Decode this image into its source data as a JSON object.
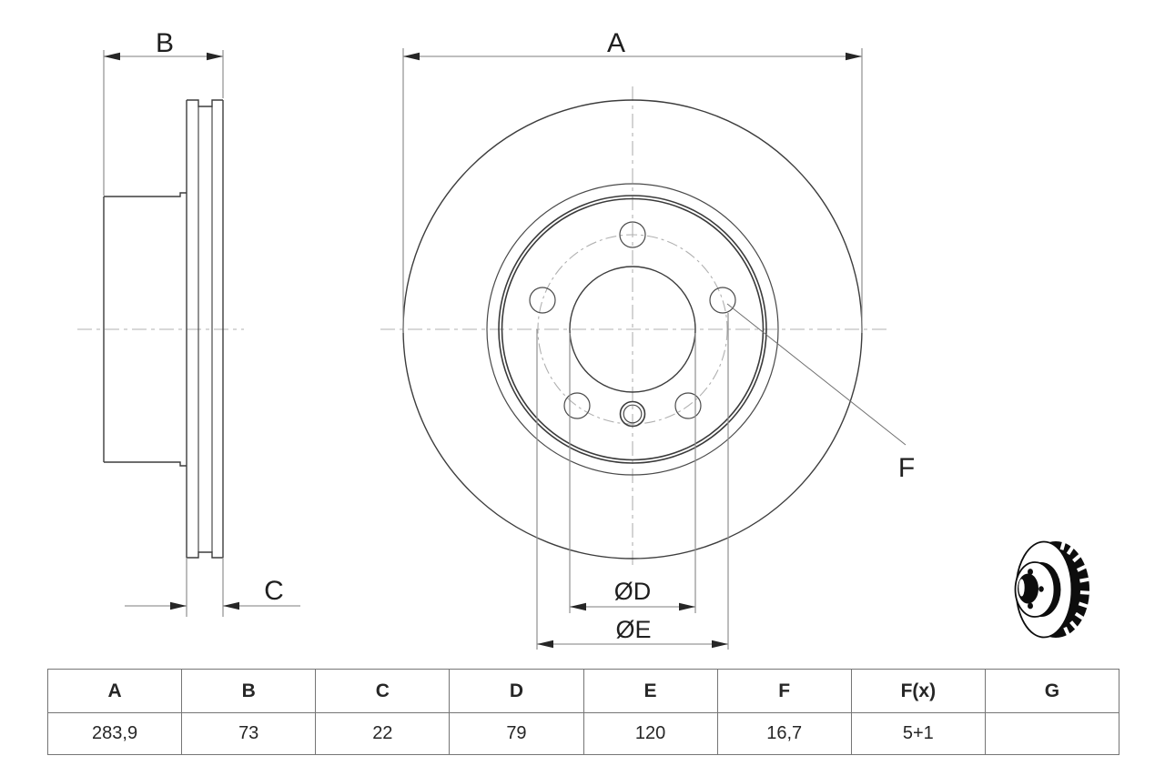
{
  "drawing": {
    "side_view": {
      "dim_width_label": "B",
      "dim_thickness_label": "C"
    },
    "front_view": {
      "dim_outer_diameter_label": "A",
      "dim_bore_diameter_label": "ØD",
      "dim_bolt_circle_label": "ØE",
      "dim_hole_label": "F"
    }
  },
  "table": {
    "headers": [
      "A",
      "B",
      "C",
      "D",
      "E",
      "F",
      "F(x)",
      "G"
    ],
    "values": [
      "283,9",
      "73",
      "22",
      "79",
      "120",
      "16,7",
      "5+1",
      ""
    ]
  },
  "icon": {
    "name": "vented-brake-disc-3d-icon"
  },
  "colors": {
    "outline": "#3d3d3d",
    "dimension_line": "#979797",
    "extension_line": "#8f8f8f",
    "centerline": "#b0b0b0",
    "arrowhead": "#262626",
    "label_text": "#1f1f1f",
    "table_border": "#757575",
    "table_text": "#262626",
    "icon_ink": "#0d0d0d",
    "background": "#ffffff"
  }
}
